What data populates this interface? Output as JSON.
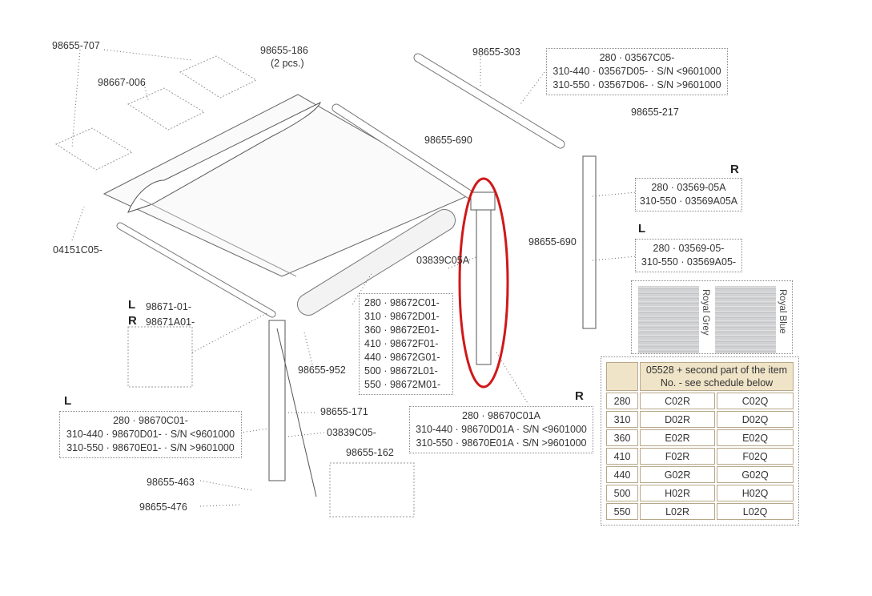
{
  "labels": {
    "p98655_707": "98655-707",
    "p98667_006": "98667-006",
    "p98655_186": "98655-186",
    "p98655_186_qty": "(2 pcs.)",
    "p98655_303": "98655-303",
    "p98655_690_top": "98655-690",
    "p98655_217": "98655-217",
    "p04151": "04151C05-",
    "p03839C05A": "03839C05A",
    "p98655_690_mid": "98655-690",
    "p98671_L": "98671-01-",
    "p98671_R": "98671A01-",
    "p98655_952": "98655-952",
    "p98655_171": "98655-171",
    "p03839C05": "03839C05-",
    "p98655_162": "98655-162",
    "p98655_463": "98655-463",
    "p98655_476": "98655-476"
  },
  "side_markers": {
    "l": "L",
    "r": "R"
  },
  "boxes": {
    "front_bar": [
      "280 · 03567C05-",
      "310-440 · 03567D05- · S/N <9601000",
      "310-550 · 03567D06- · S/N >9601000"
    ],
    "leg_R": [
      "280 · 03569-05A",
      "310-550 · 03569A05A"
    ],
    "leg_L": [
      "280 · 03569-05-",
      "310-550 · 03569A05-"
    ],
    "roller": [
      "280 · 98672C01-",
      "310 · 98672D01-",
      "360 · 98672E01-",
      "410 · 98672F01-",
      "440 · 98672G01-",
      "500 · 98672L01-",
      "550 · 98672M01-"
    ],
    "arm_L": [
      "280 · 98670C01-",
      "310-440 · 98670D01- · S/N <9601000",
      "310-550 · 98670E01- · S/N >9601000"
    ],
    "arm_R": [
      "280 · 98670C01A",
      "310-440 · 98670D01A · S/N <9601000",
      "310-550 · 98670E01A · S/N >9601000"
    ]
  },
  "swatches": {
    "grey": "Royal Grey",
    "blue": "Royal Blue"
  },
  "schedule": {
    "header": "05528 + second part of the item No. - see schedule below",
    "rows": [
      {
        "len": "280",
        "grey": "C02R",
        "blue": "C02Q"
      },
      {
        "len": "310",
        "grey": "D02R",
        "blue": "D02Q"
      },
      {
        "len": "360",
        "grey": "E02R",
        "blue": "E02Q"
      },
      {
        "len": "410",
        "grey": "F02R",
        "blue": "F02Q"
      },
      {
        "len": "440",
        "grey": "G02R",
        "blue": "G02Q"
      },
      {
        "len": "500",
        "grey": "H02R",
        "blue": "H02Q"
      },
      {
        "len": "550",
        "grey": "L02R",
        "blue": "L02Q"
      }
    ]
  },
  "colors": {
    "highlight": "#d01818",
    "line": "#555555",
    "schedule_header": "#efe4c7"
  }
}
